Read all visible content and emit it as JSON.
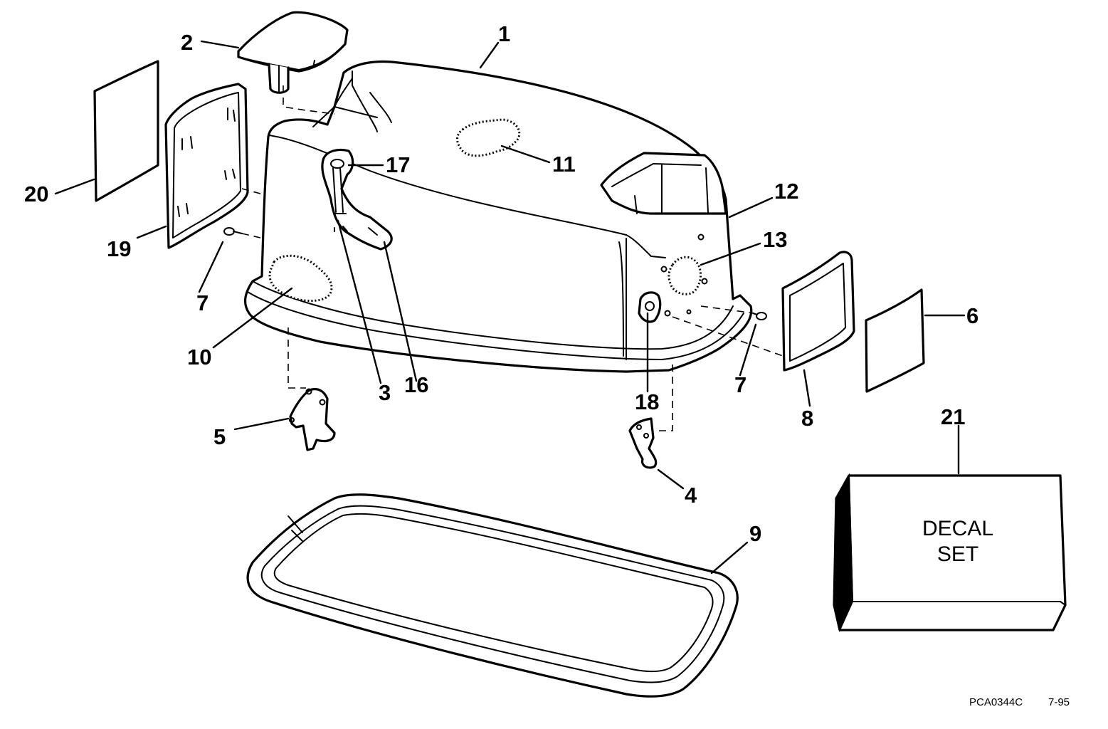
{
  "diagram": {
    "callouts": {
      "c1": "1",
      "c2": "2",
      "c3": "3",
      "c4": "4",
      "c5": "5",
      "c6": "6",
      "c7a": "7",
      "c7b": "7",
      "c8": "8",
      "c9": "9",
      "c10": "10",
      "c11": "11",
      "c12": "12",
      "c13": "13",
      "c16": "16",
      "c17": "17",
      "c18": "18",
      "c19": "19",
      "c20": "20",
      "c21": "21"
    },
    "decal_set": {
      "line1": "DECAL",
      "line2": "SET"
    },
    "footer": {
      "drawing_code": "PCA0344C",
      "date_code": "7-95"
    },
    "colors": {
      "ink": "#000000",
      "paper": "#ffffff"
    }
  }
}
